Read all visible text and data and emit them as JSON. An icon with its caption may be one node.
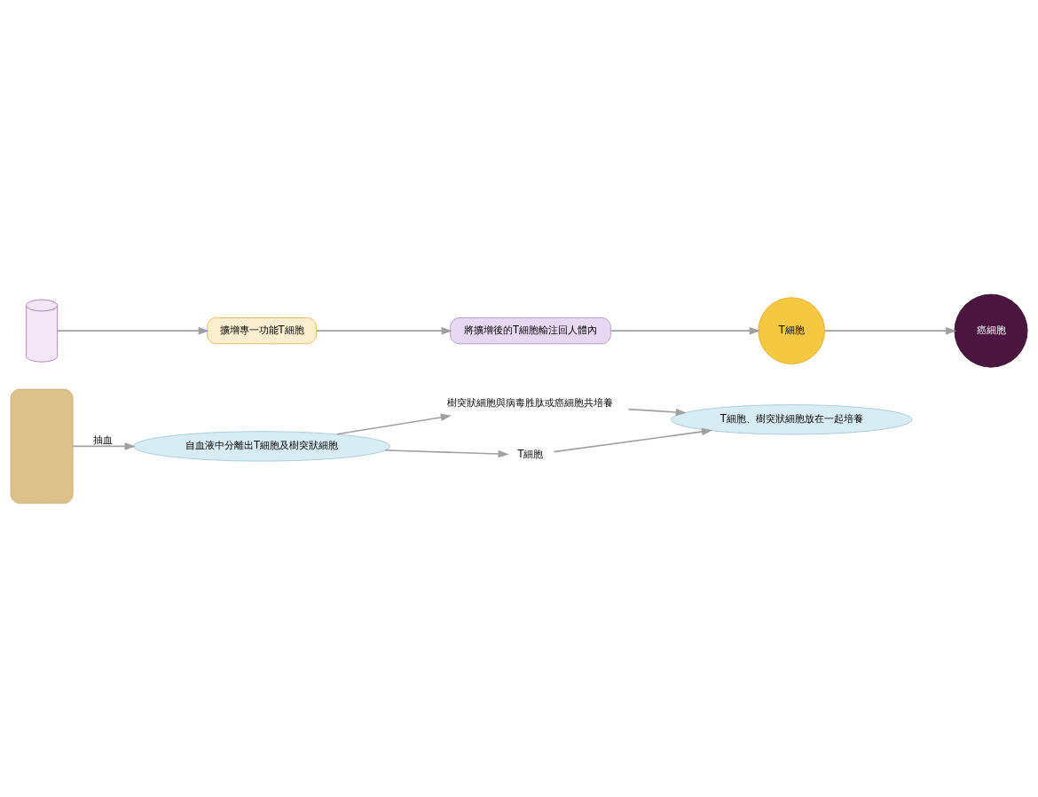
{
  "diagram": {
    "nodes": [
      {
        "text": [],
        "shape": "person"
      },
      {
        "text": [
          "自血液中分離出T細胞及樹突狀細胞"
        ]
      },
      {
        "text": [
          "樹突狀細胞與病毒胜肽或癌細胞共培養"
        ]
      },
      {
        "text": [
          "T細胞"
        ]
      },
      {
        "text": [
          "T細胞、樹突狀細胞放在一起培養"
        ]
      },
      {
        "text": [],
        "shape": "picture"
      },
      {
        "text": [
          "擴增專一功能T細胞"
        ]
      },
      {
        "text": [
          "將擴增後的T細胞輸注回人體內"
        ]
      },
      {
        "text": [
          "T細胞"
        ]
      },
      {
        "text": [
          "癌細胞"
        ]
      }
    ],
    "edges": [
      {
        "from": 0,
        "to": 1,
        "arrow": "to",
        "label": "抽血"
      },
      {
        "from": 1,
        "to": 2,
        "arrow": "to"
      },
      {
        "from": 1,
        "to": 3,
        "arrow": "to"
      },
      {
        "from": 2,
        "to": 4,
        "arrow": "to"
      },
      {
        "from": 3,
        "to": 4,
        "arrow": "to"
      },
      {
        "from": 5,
        "to": 6,
        "arrow": "to"
      },
      {
        "from": 6,
        "to": 7,
        "arrow": "to"
      },
      {
        "from": 7,
        "to": 8,
        "arrow": "to"
      },
      {
        "from": 8,
        "to": 9,
        "arrow": "to"
      }
    ]
  }
}
